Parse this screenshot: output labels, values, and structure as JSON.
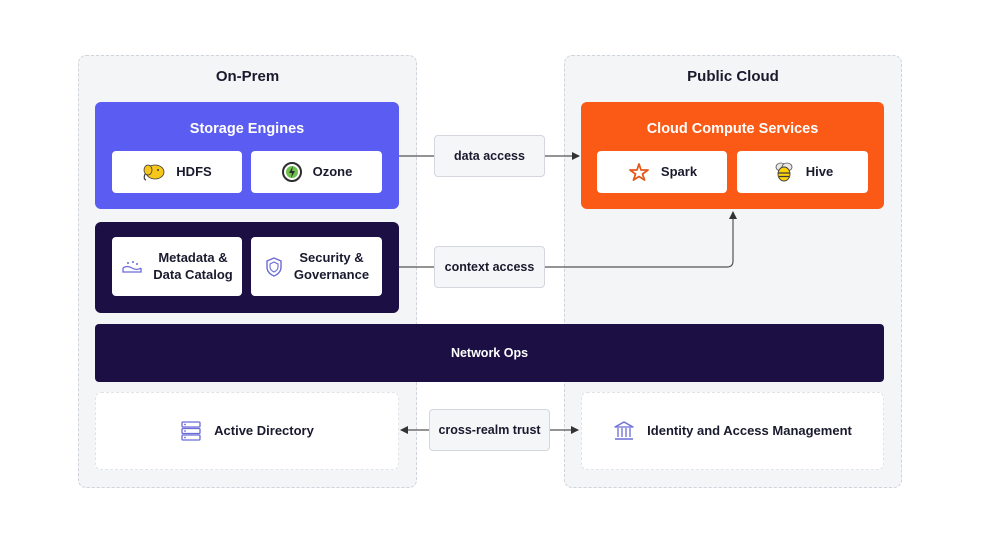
{
  "zones": {
    "on_prem": "On-Prem",
    "public_cloud": "Public Cloud"
  },
  "storage_engines": {
    "title": "Storage Engines",
    "items": [
      "HDFS",
      "Ozone"
    ],
    "color": "#5b5cf2"
  },
  "metadata_panel": {
    "items": [
      "Metadata &\nData Catalog",
      "Security &\nGovernance"
    ],
    "color": "#1b0f44"
  },
  "cloud_compute": {
    "title": "Cloud Compute Services",
    "items": [
      "Spark",
      "Hive"
    ],
    "color": "#fb5a16"
  },
  "connectors": {
    "data_access": "data access",
    "context_access": "context access",
    "cross_realm_trust": "cross-realm trust"
  },
  "network_ops": "Network Ops",
  "active_directory": "Active Directory",
  "iam": "Identity and Access Management"
}
